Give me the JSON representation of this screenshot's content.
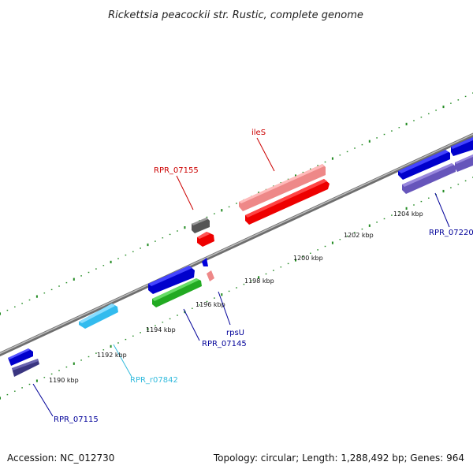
{
  "title": "Rickettsia peacockii str. Rustic, complete genome",
  "footer": {
    "accession": "Accession: NC_012730",
    "summary": "Topology: circular; Length: 1,288,492 bp; Genes: 964"
  },
  "ticks": [
    "1190 kbp",
    "1192 kbp",
    "1194 kbp",
    "1196 kbp",
    "1198 kbp",
    "1200 kbp",
    "1202 kbp",
    "1204 kbp"
  ],
  "gene_labels": [
    {
      "name": "ileS",
      "color": "#cc0000"
    },
    {
      "name": "RPR_07155",
      "color": "#cc0000"
    },
    {
      "name": "RPR_07220",
      "color": "#000099"
    },
    {
      "name": "RPR_07145",
      "color": "#000099"
    },
    {
      "name": "rpsU",
      "color": "#000099"
    },
    {
      "name": "RPR_r07842",
      "color": "#33bbdd"
    },
    {
      "name": "RPR_07115",
      "color": "#000099"
    }
  ],
  "colors": {
    "backbone": "#888888",
    "tick_marks": "#228b22",
    "cds_forward": "#0000cc",
    "cds_reverse": "#6655bb",
    "trna_like": "#44ccee",
    "rrna_like": "#33bb33",
    "ileS": "#ee1111",
    "ileS_light": "#ee8888"
  }
}
